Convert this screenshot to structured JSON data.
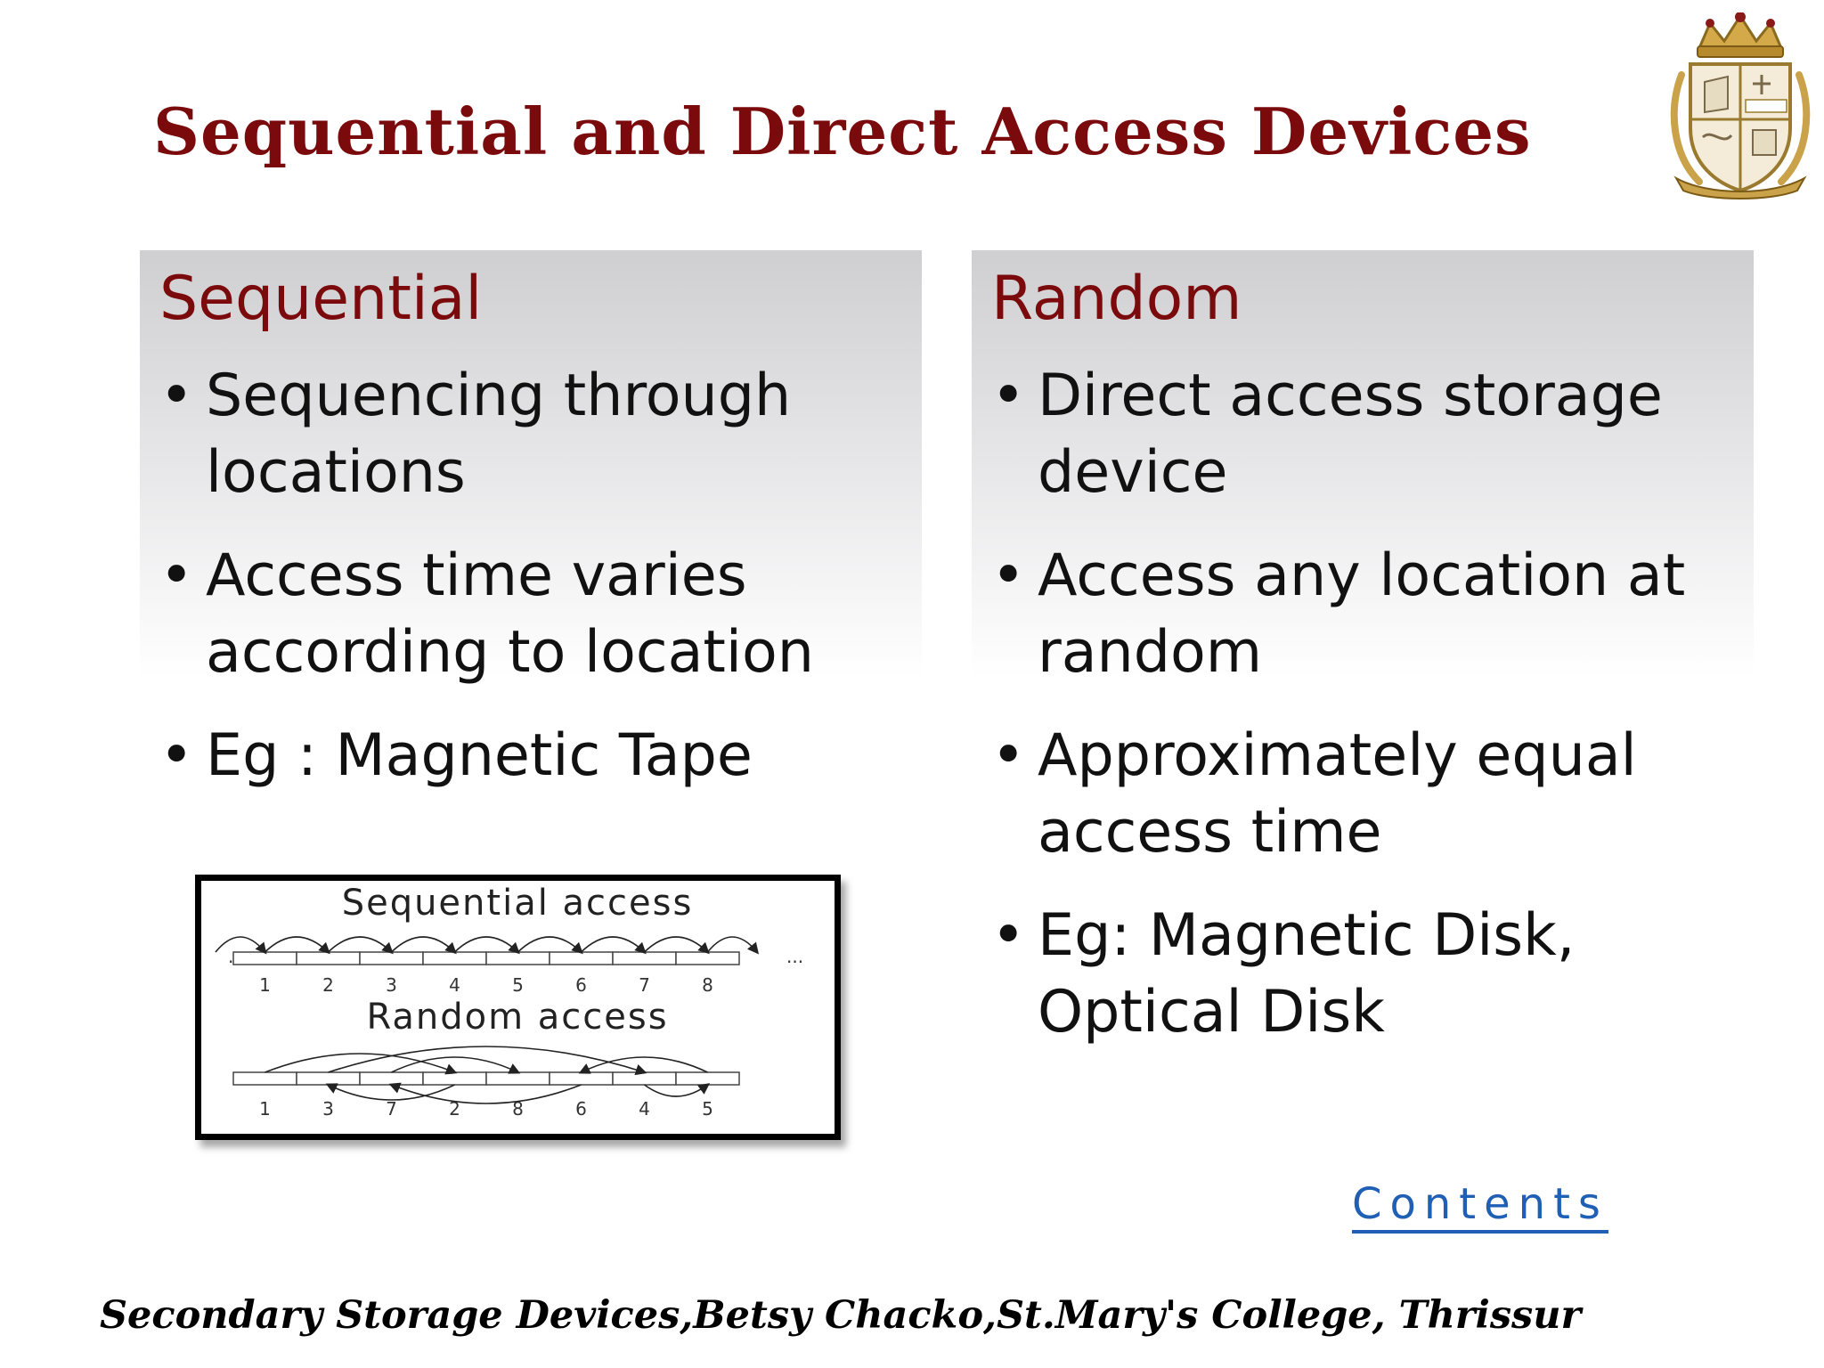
{
  "slide": {
    "title": "Sequential and Direct Access Devices",
    "footer": "Secondary Storage Devices,Betsy Chacko,St.Mary's College, Thrissur",
    "contents_link": "Contents"
  },
  "left_column": {
    "heading": "Sequential",
    "bullets": [
      "Sequencing through locations",
      "Access time varies according to location",
      "Eg : Magnetic Tape"
    ]
  },
  "right_column": {
    "heading": "Random",
    "bullets": [
      "Direct access storage device",
      "Access any location at random",
      "Approximately equal access time",
      "Eg: Magnetic Disk, Optical Disk"
    ]
  },
  "diagram": {
    "sequential_label": "Sequential access",
    "sequential_order": [
      "1",
      "2",
      "3",
      "4",
      "5",
      "6",
      "7",
      "8"
    ],
    "random_label": "Random access",
    "random_order": [
      "1",
      "3",
      "7",
      "2",
      "8",
      "6",
      "4",
      "5"
    ],
    "ellipsis": "..."
  },
  "colors": {
    "title": "#7b0a0c",
    "heading": "#7b0a0c",
    "link": "#1f5fb4",
    "crest_gold": "#c9a24a"
  },
  "icons": {
    "bullet": "•",
    "crest": "college-crest-icon"
  }
}
